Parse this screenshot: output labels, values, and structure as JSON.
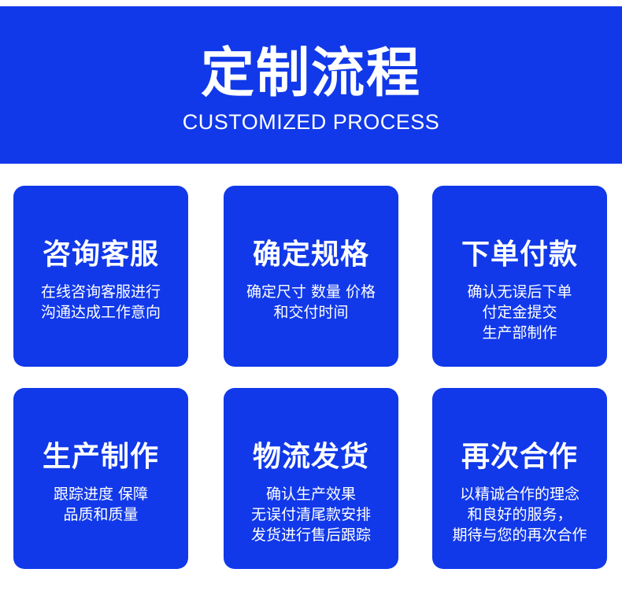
{
  "header": {
    "title": "定制流程",
    "subtitle": "CUSTOMIZED PROCESS"
  },
  "steps": [
    {
      "title": "咨询客服",
      "lines": [
        "在线咨询客服进行",
        "沟通达成工作意向"
      ]
    },
    {
      "title": "确定规格",
      "lines": [
        "确定尺寸 数量 价格",
        "和交付时间"
      ]
    },
    {
      "title": "下单付款",
      "lines": [
        "确认无误后下单",
        "付定金提交",
        "生产部制作"
      ]
    },
    {
      "title": "生产制作",
      "lines": [
        "跟踪进度 保障",
        "品质和质量"
      ]
    },
    {
      "title": "物流发货",
      "lines": [
        "确认生产效果",
        "无误付清尾款安排",
        "发货进行售后跟踪"
      ]
    },
    {
      "title": "再次合作",
      "lines": [
        "以精诚合作的理念",
        "和良好的服务，",
        "期待与您的再次合作"
      ]
    }
  ],
  "colors": {
    "brand_blue": "#1139e9",
    "text_on_brand": "#ffffff",
    "background": "#ffffff"
  }
}
